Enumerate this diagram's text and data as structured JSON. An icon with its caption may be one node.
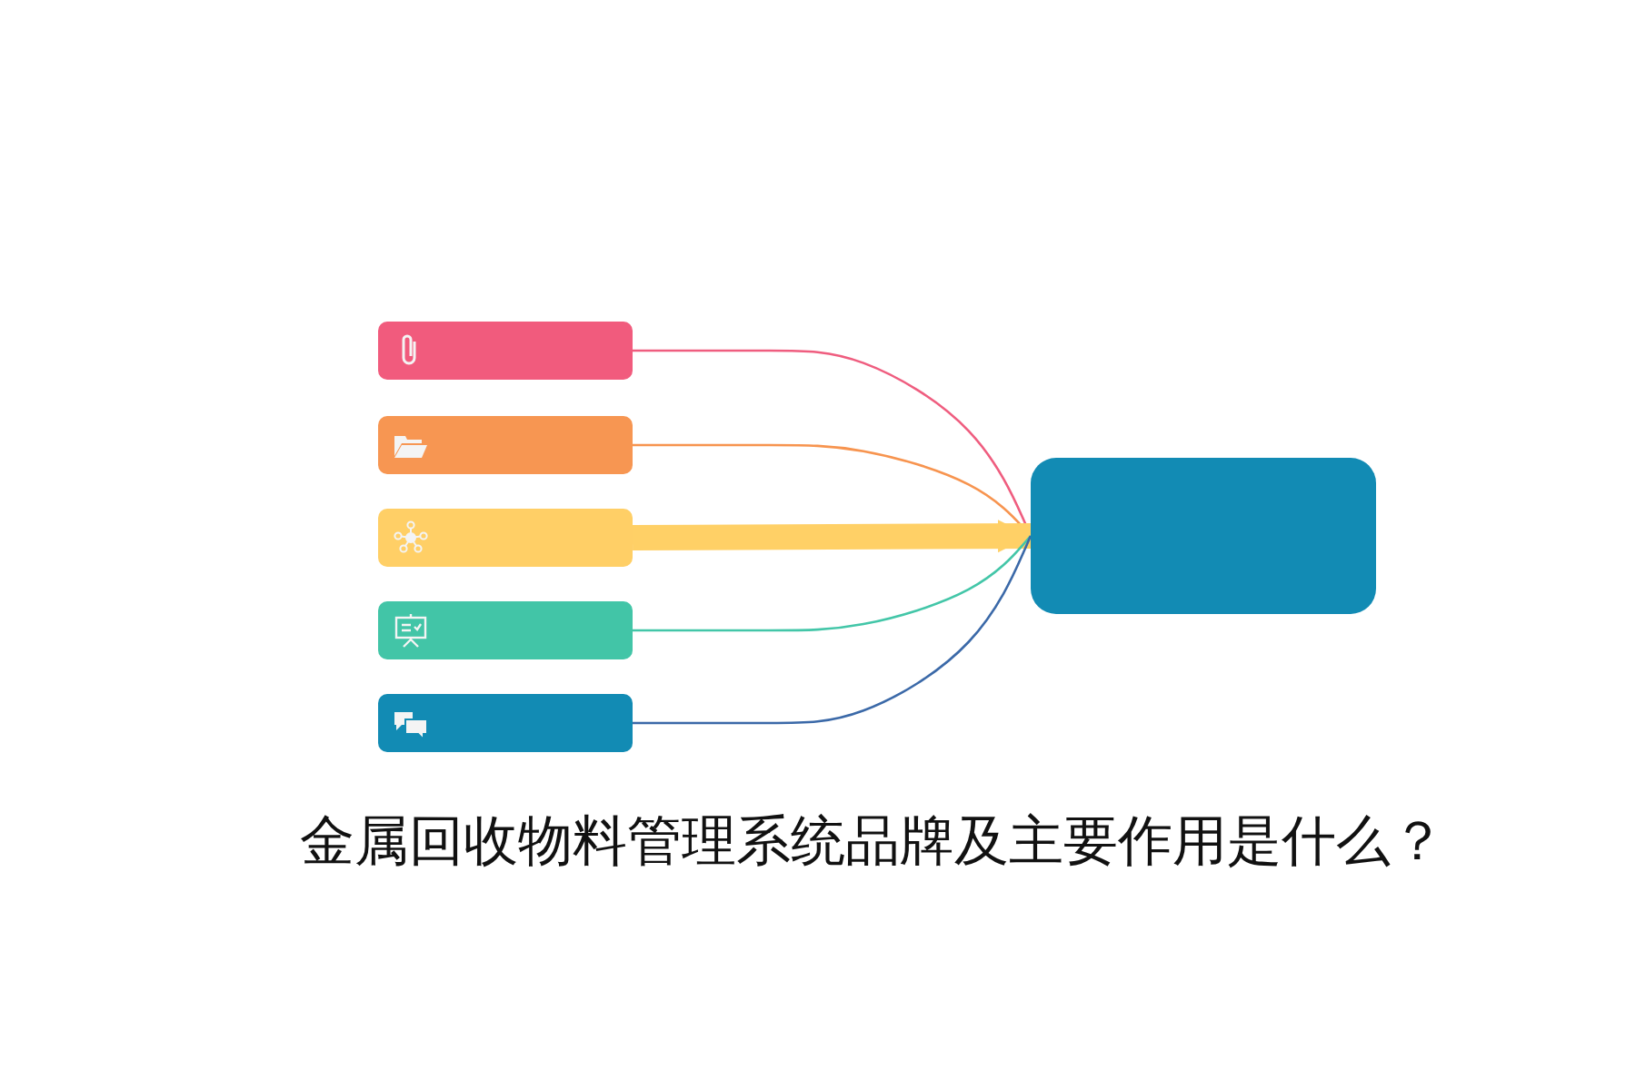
{
  "diagram": {
    "title": "金属回收物料管理系统品牌及主要作用是什么？",
    "nodes": [
      {
        "text": [],
        "shape": "box"
      },
      {
        "text": [],
        "shape": "box"
      },
      {
        "text": [],
        "shape": "box"
      },
      {
        "text": [],
        "shape": "box"
      },
      {
        "text": [],
        "shape": "box"
      },
      {
        "text": [],
        "shape": "box"
      }
    ],
    "edges": [
      {
        "from": 0,
        "to": 5,
        "arrow": "none",
        "color": "#ef5d7f"
      },
      {
        "from": 1,
        "to": 5,
        "arrow": "none",
        "color": "#f7944f"
      },
      {
        "from": 2,
        "to": 5,
        "arrow": "to",
        "style": "thick",
        "color": "#ffd066"
      },
      {
        "from": 3,
        "to": 5,
        "arrow": "none",
        "color": "#43c6a8"
      },
      {
        "from": 4,
        "to": 5,
        "arrow": "none",
        "color": "#3b69a8"
      }
    ]
  }
}
